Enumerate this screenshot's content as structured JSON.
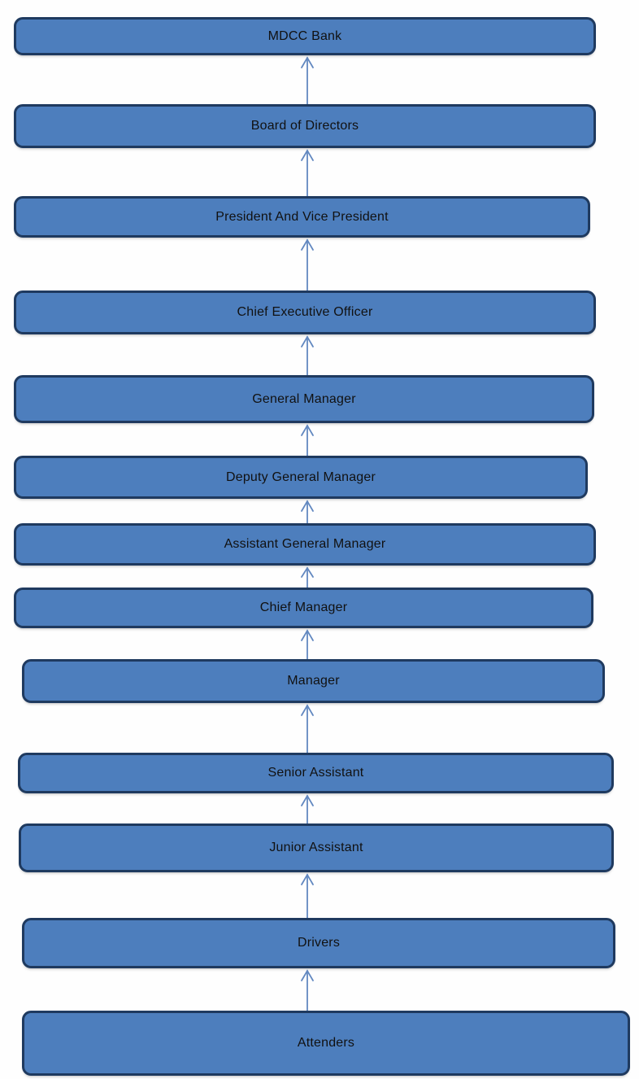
{
  "colors": {
    "background": "#fefefe",
    "node_fill": "#4d7ebd",
    "node_border": "#1f3a5f",
    "node_text": "#111111",
    "arrow": "#6288c0"
  },
  "diagram": {
    "type": "org-hierarchy",
    "connector_style": "open-head-arrow",
    "connector_direction": "up",
    "nodes": [
      {
        "label": "MDCC Bank"
      },
      {
        "label": "Board of Directors"
      },
      {
        "label": "President And Vice President"
      },
      {
        "label": "Chief Executive Officer"
      },
      {
        "label": "General Manager"
      },
      {
        "label": "Deputy General Manager"
      },
      {
        "label": "Assistant General Manager"
      },
      {
        "label": "Chief Manager"
      },
      {
        "label": "Manager"
      },
      {
        "label": "Senior Assistant"
      },
      {
        "label": "Junior Assistant"
      },
      {
        "label": "Drivers"
      },
      {
        "label": "Attenders"
      }
    ]
  }
}
